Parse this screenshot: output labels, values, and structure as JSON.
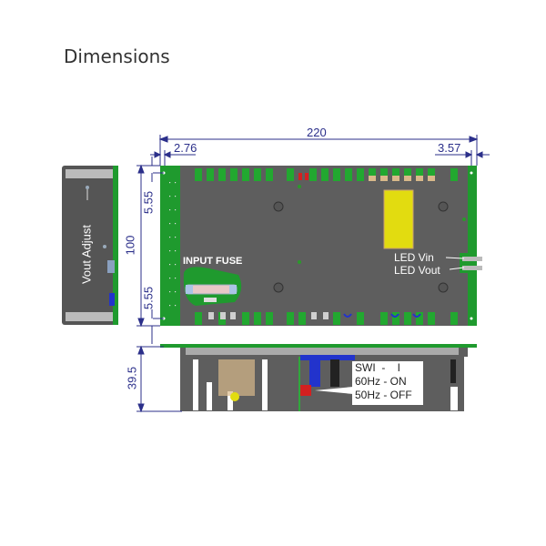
{
  "title": "Dimensions",
  "dimensions": {
    "overall_length": "220",
    "left_offset": "2.76",
    "right_offset": "3.57",
    "overall_width": "100",
    "top_hole_offset": "5.55",
    "bottom_hole_offset": "5.55",
    "height": "39.5"
  },
  "labels": {
    "side_view": "Vout Adjust",
    "fuse": "INPUT FUSE",
    "led_vin": "LED Vin",
    "led_vout": "LED Vout"
  },
  "switch_legend": {
    "line1": "SWI  -    I",
    "line2": "60Hz - ON",
    "line3": "50Hz - OFF"
  },
  "colors": {
    "dimension": "#2b2f8a",
    "pcb_green": "#1f9a2e",
    "chassis": "#5a5a5a",
    "capacitor": "#e2dc10",
    "switch_red": "#d42020"
  }
}
